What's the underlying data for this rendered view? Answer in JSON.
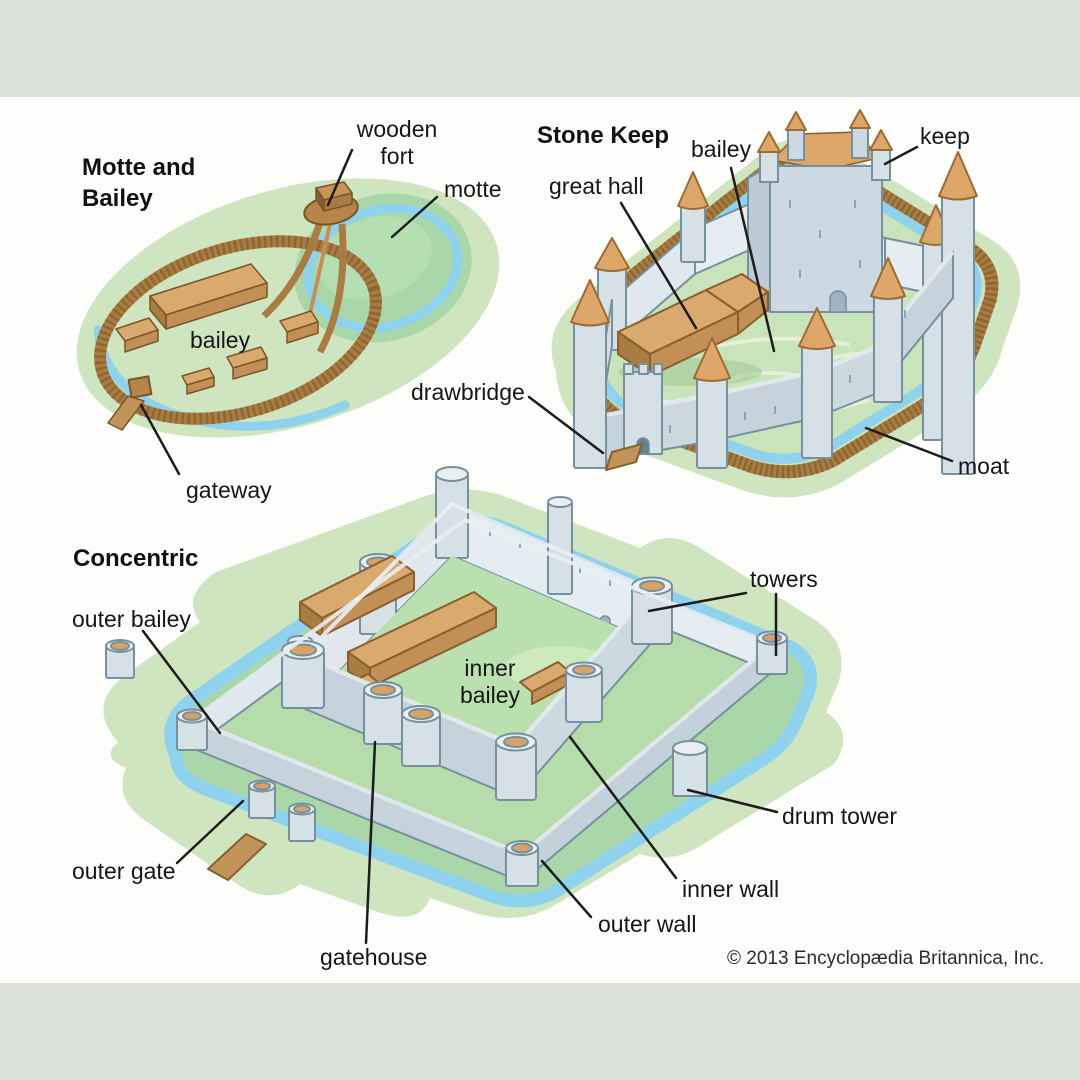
{
  "title": "Castle types diagram",
  "copyright": "© 2013 Encyclopædia Britannica, Inc.",
  "palette": {
    "band": "#dbe0da",
    "background": "#fdfdfc",
    "grass_light": "#cfe5c0",
    "grass_mid": "#a9d7aa",
    "grass_pale": "#c9e3bb",
    "water": "#8fd2ee",
    "wall_front": "#c6d3dc",
    "wall_back": "#dfe8ee",
    "wall_side": "#d3dee5",
    "tower_fill": "#d6e0e7",
    "roof_orange": "#dda76a",
    "wood_light": "#d9a96d",
    "wood_mid": "#c29057",
    "wood_dark": "#8a5e2f",
    "palisade": "#a87c42",
    "outline": "#76909e",
    "label_text": "#161616"
  },
  "sections": {
    "motte_bailey": {
      "heading": "Motte and Bailey",
      "labels": {
        "wooden_fort": "wooden\nfort",
        "motte": "motte",
        "bailey": "bailey",
        "gateway": "gateway"
      }
    },
    "stone_keep": {
      "heading": "Stone Keep",
      "labels": {
        "great_hall": "great hall",
        "bailey": "bailey",
        "keep": "keep",
        "drawbridge": "drawbridge",
        "moat": "moat"
      }
    },
    "concentric": {
      "heading": "Concentric",
      "labels": {
        "outer_bailey": "outer bailey",
        "towers": "towers",
        "inner_bailey": "inner\nbailey",
        "drum_tower": "drum tower",
        "inner_wall": "inner wall",
        "outer_wall": "outer wall",
        "outer_gate": "outer gate",
        "gatehouse": "gatehouse"
      }
    }
  }
}
